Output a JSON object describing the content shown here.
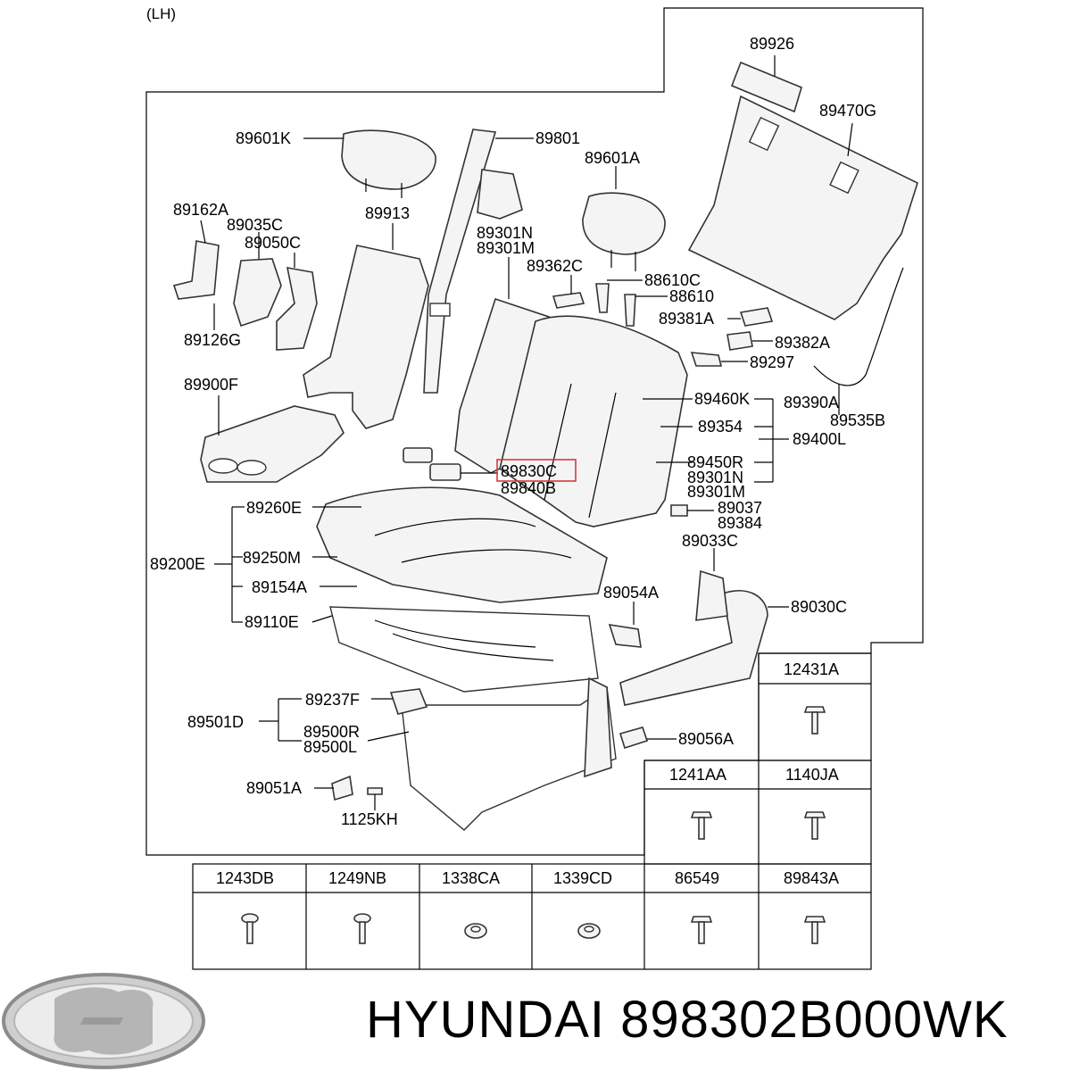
{
  "side_tag": "(LH)",
  "callouts": [
    {
      "id": "89926",
      "text": "89926"
    },
    {
      "id": "89470G",
      "text": "89470G"
    },
    {
      "id": "89601K",
      "text": "89601K"
    },
    {
      "id": "89801",
      "text": "89801"
    },
    {
      "id": "89601A",
      "text": "89601A"
    },
    {
      "id": "89162A",
      "text": "89162A"
    },
    {
      "id": "89035C",
      "text": "89035C"
    },
    {
      "id": "89050C",
      "text": "89050C"
    },
    {
      "id": "89913",
      "text": "89913"
    },
    {
      "id": "89301N_a",
      "text": "89301N"
    },
    {
      "id": "89301M_a",
      "text": "89301M"
    },
    {
      "id": "89362C",
      "text": "89362C"
    },
    {
      "id": "88610C",
      "text": "88610C"
    },
    {
      "id": "88610",
      "text": "88610"
    },
    {
      "id": "89381A",
      "text": "89381A"
    },
    {
      "id": "89382A",
      "text": "89382A"
    },
    {
      "id": "89297",
      "text": "89297"
    },
    {
      "id": "89126G",
      "text": "89126G"
    },
    {
      "id": "89390A",
      "text": "89390A"
    },
    {
      "id": "89535B",
      "text": "89535B"
    },
    {
      "id": "89900F",
      "text": "89900F"
    },
    {
      "id": "89460K",
      "text": "89460K"
    },
    {
      "id": "89354",
      "text": "89354"
    },
    {
      "id": "89400L",
      "text": "89400L"
    },
    {
      "id": "89830C",
      "text": "89830C"
    },
    {
      "id": "89840B",
      "text": "89840B"
    },
    {
      "id": "89450R",
      "text": "89450R"
    },
    {
      "id": "89301N_b",
      "text": "89301N"
    },
    {
      "id": "89301M_b",
      "text": "89301M"
    },
    {
      "id": "89260E",
      "text": "89260E"
    },
    {
      "id": "89037",
      "text": "89037"
    },
    {
      "id": "89384",
      "text": "89384"
    },
    {
      "id": "89033C",
      "text": "89033C"
    },
    {
      "id": "89200E",
      "text": "89200E"
    },
    {
      "id": "89250M",
      "text": "89250M"
    },
    {
      "id": "89154A",
      "text": "89154A"
    },
    {
      "id": "89054A",
      "text": "89054A"
    },
    {
      "id": "89030C",
      "text": "89030C"
    },
    {
      "id": "89110E",
      "text": "89110E"
    },
    {
      "id": "89237F",
      "text": "89237F"
    },
    {
      "id": "89501D",
      "text": "89501D"
    },
    {
      "id": "89500R",
      "text": "89500R"
    },
    {
      "id": "89500L",
      "text": "89500L"
    },
    {
      "id": "89056A",
      "text": "89056A"
    },
    {
      "id": "89051A",
      "text": "89051A"
    },
    {
      "id": "1125KH",
      "text": "1125KH"
    }
  ],
  "fastener_table": {
    "top_cells": [
      "12431A",
      "1241AA",
      "1140JA"
    ],
    "bottom_cells": [
      "1243DB",
      "1249NB",
      "1338CA",
      "1339CD",
      "86549",
      "89843A"
    ]
  },
  "highlighted_part": "89830C",
  "footer": {
    "brand": "HYUNDAI",
    "part_number": "898302B000WK",
    "logo": "hyundai-logo"
  }
}
